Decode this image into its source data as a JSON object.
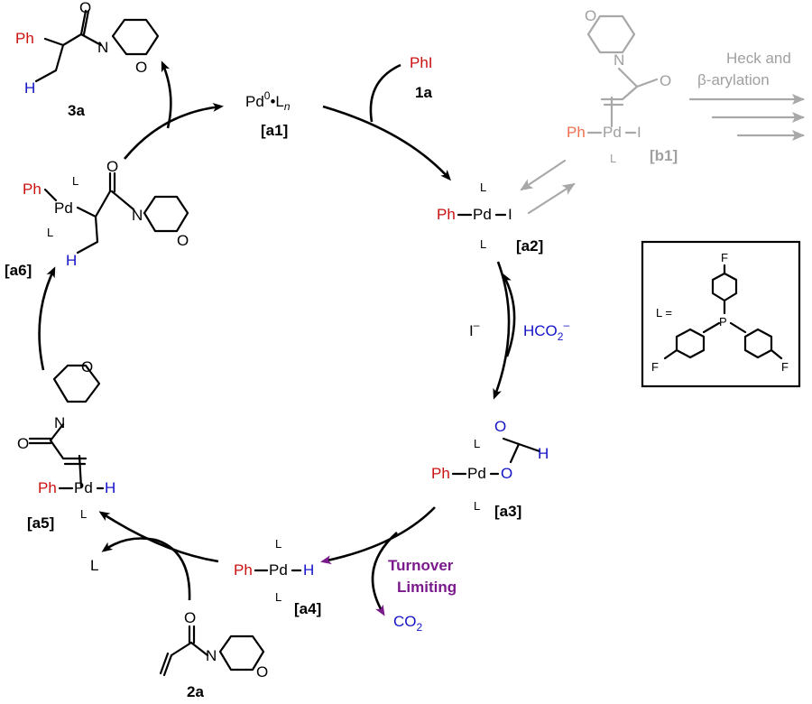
{
  "colors": {
    "black": "#000000",
    "ligand_red": "#cc1111",
    "hydride_blue": "#1414c8",
    "turnover_purple": "#7a1a8c",
    "side_gray": "#a0a0a0",
    "side_orange": "#f07050"
  },
  "labels": {
    "a1": "[a1]",
    "a2": "[a2]",
    "a3": "[a3]",
    "a4": "[a4]",
    "a5": "[a5]",
    "a6": "[a6]",
    "b1": "[b1]",
    "c1a": "1a",
    "c2a": "2a",
    "c3a": "3a"
  },
  "reagents": {
    "phi": "PhI",
    "iodide": "I",
    "formate": "HCO",
    "co2": "CO",
    "L": "L"
  },
  "catalyst": {
    "pd": "Pd",
    "zero": "0",
    "dot": "•L",
    "n": "n"
  },
  "atoms": {
    "Ph": "Ph",
    "Pd": "Pd",
    "L": "L",
    "I": "I",
    "H": "H",
    "O": "O",
    "N": "N",
    "P": "P",
    "F": "F"
  },
  "turnover": {
    "line1": "Turnover",
    "line2": "Limiting"
  },
  "side_reaction": {
    "line1": "Heck and",
    "line2": "β-arylation"
  },
  "ligand_box": {
    "label": "L ="
  }
}
